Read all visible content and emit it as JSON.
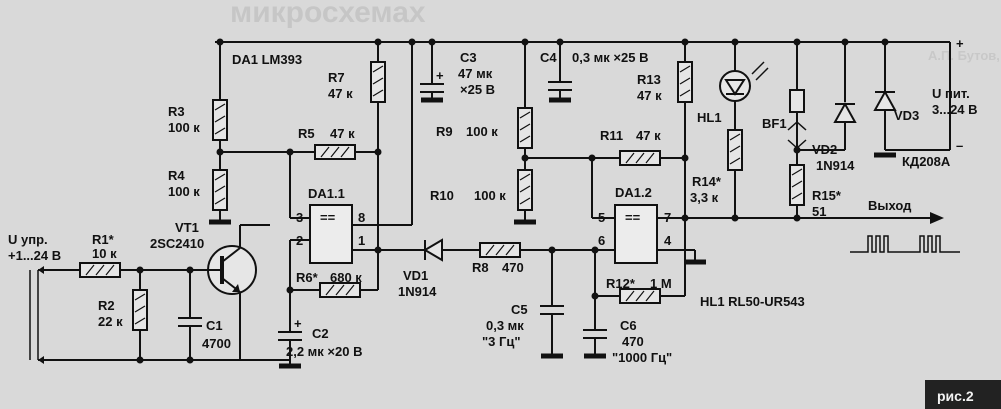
{
  "figure_label": "рис.2",
  "background_bleed": {
    "top_text": "микросхемах",
    "right_text": "А.П. Бутов, с.Курба, Я..."
  },
  "supply": {
    "plus": "+",
    "minus": "–",
    "label_line1": "U пит.",
    "label_line2": "3...24 В"
  },
  "input": {
    "label_line1": "U упр.",
    "label_line2": "+1...24 В"
  },
  "output": {
    "label": "Выход"
  },
  "chip": {
    "name": "DA1 LM393",
    "half1": "DA1.1",
    "half2": "DA1.2",
    "symbol": "=="
  },
  "components": {
    "R1": {
      "name": "R1*",
      "value": "10 к"
    },
    "R2": {
      "name": "R2",
      "value": "22 к"
    },
    "R3": {
      "name": "R3",
      "value": "100 к"
    },
    "R4": {
      "name": "R4",
      "value": "100 к"
    },
    "R5": {
      "name": "R5",
      "value": "47 к"
    },
    "R6": {
      "name": "R6*",
      "value": "680 к"
    },
    "R7": {
      "name": "R7",
      "value": "47 к"
    },
    "R8": {
      "name": "R8",
      "value": "470"
    },
    "R9": {
      "name": "R9",
      "value": "100 к"
    },
    "R10": {
      "name": "R10",
      "value": "100 к"
    },
    "R11": {
      "name": "R11",
      "value": "47 к"
    },
    "R12": {
      "name": "R12*",
      "value": "1 М"
    },
    "R13": {
      "name": "R13",
      "value": "47 к"
    },
    "R14": {
      "name": "R14*",
      "value": "3,3 к"
    },
    "R15": {
      "name": "R15*",
      "value": "51"
    },
    "C1": {
      "name": "C1",
      "value": "4700"
    },
    "C2": {
      "name": "C2",
      "value": "2,2 мк ×20 В"
    },
    "C3": {
      "name": "C3",
      "value_line1": "47 мк",
      "value_line2": "×25 В"
    },
    "C4": {
      "name": "C4",
      "value": "0,3 мк ×25 В"
    },
    "C5": {
      "name": "C5",
      "value_line1": "0,3 мк",
      "value_line2": "\"3 Гц\""
    },
    "C6": {
      "name": "C6",
      "value_line1": "470",
      "value_line2": "\"1000 Гц\""
    },
    "VT1": {
      "name": "VT1",
      "value": "2SC2410"
    },
    "VD1": {
      "name": "VD1",
      "value": "1N914"
    },
    "VD2": {
      "name": "VD2",
      "value": "1N914"
    },
    "VD3": {
      "name": "VD3",
      "value": "КД208А"
    },
    "HL1": {
      "name": "HL1",
      "part": "HL1  RL50-UR543"
    },
    "BF1": {
      "name": "BF1"
    }
  },
  "pins": {
    "da11": {
      "p2": "2",
      "p3": "3",
      "p1": "1",
      "p8": "8"
    },
    "da12": {
      "p5": "5",
      "p6": "6",
      "p7": "7",
      "p4": "4"
    }
  }
}
